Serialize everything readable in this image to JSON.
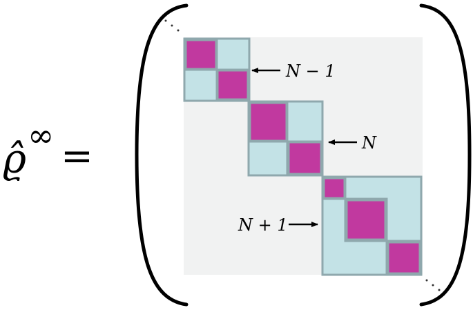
{
  "equation": {
    "lhs_symbol": "ϱ̂",
    "lhs_superscript": "∞",
    "equals": "="
  },
  "blocks": [
    {
      "label": "N − 1",
      "arrow": "left-pointing"
    },
    {
      "label": "N",
      "arrow": "left-pointing"
    },
    {
      "label": "N + 1",
      "arrow": "right-pointing"
    }
  ],
  "dots": {
    "top_left": "⋱",
    "bottom_right": "⋱"
  },
  "colors": {
    "background_panel": "#f1f2f2",
    "block_fill": "#c3e2e6",
    "block_stroke": "#8fa8ad",
    "diagonal_fill": "#c1399f",
    "ink": "#000000"
  }
}
